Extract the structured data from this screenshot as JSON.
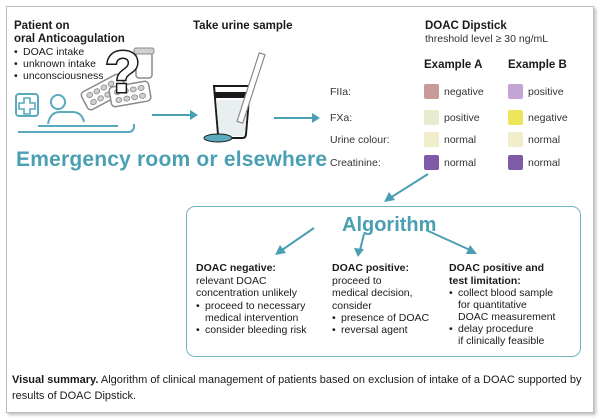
{
  "patient": {
    "title_line1": "Patient on",
    "title_line2": "oral Anticoagulation",
    "bullets": [
      "DOAC intake",
      "unknown intake",
      "unconsciousness"
    ]
  },
  "urine": {
    "title": "Take urine sample"
  },
  "er_title": "Emergency room or elsewhere",
  "dipstick": {
    "title": "DOAC Dipstick",
    "subtitle": "threshold level ≥ 30 ng/mL",
    "example_a": "Example A",
    "example_b": "Example B",
    "rows": [
      {
        "label": "FIIa:",
        "a": "negative",
        "b": "positive",
        "color_a": "#c89a9c",
        "color_b": "#c4a4d4"
      },
      {
        "label": "FXa:",
        "a": "positive",
        "b": "negative",
        "color_a": "#e8ecce",
        "color_b": "#eee65a"
      },
      {
        "label": "Urine colour:",
        "a": "normal",
        "b": "normal",
        "color_a": "#f1ecc9",
        "color_b": "#f1ecc9"
      },
      {
        "label": "Creatinine:",
        "a": "normal",
        "b": "normal",
        "color_a": "#7f5aa6",
        "color_b": "#7f5aa6"
      }
    ]
  },
  "algorithm": {
    "title": "Algorithm",
    "negative": {
      "title": "DOAC negative:",
      "intro": [
        "relevant DOAC",
        "concentration unlikely"
      ],
      "bullets": [
        [
          "proceed to necessary",
          "medical intervention"
        ],
        [
          "consider bleeding risk"
        ]
      ]
    },
    "positive": {
      "title": "DOAC positive:",
      "intro": [
        "proceed to",
        "medical decision,",
        "consider"
      ],
      "bullets": [
        [
          "presence of DOAC"
        ],
        [
          "reversal agent"
        ]
      ]
    },
    "limitation": {
      "title_line1": "DOAC positive and",
      "title_line2": "test limitation:",
      "bullets": [
        [
          "collect blood sample",
          "for quantitative",
          "DOAC measurement"
        ],
        [
          "delay procedure",
          "if clinically feasible"
        ]
      ]
    }
  },
  "caption": {
    "bold": "Visual summary.",
    "text": " Algorithm of clinical management of patients based on exclusion of intake of a DOAC supported by results of DOAC Dipstick."
  },
  "colors": {
    "accent": "#4a9fb3",
    "icon": "#5aa9bd"
  }
}
